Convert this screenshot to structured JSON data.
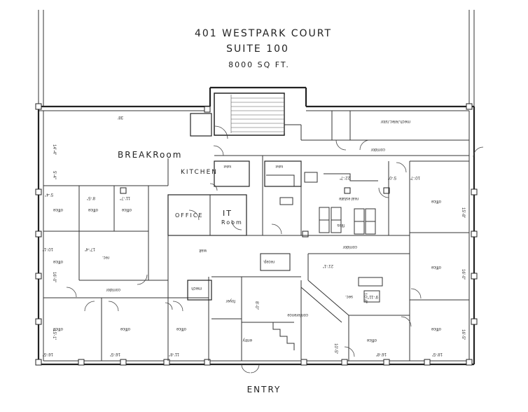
{
  "title": {
    "line1": "401 WESTPARK COURT",
    "line2": "SUITE 100",
    "line3": "8000 SQ FT."
  },
  "entry_label": "ENTRY",
  "rooms": {
    "break_room": "BREAKRoom",
    "kitchen": "KITCHEN",
    "office_small": "OFFICE",
    "it_room": "IT",
    "it_room_2": "Room",
    "office": "office",
    "rec": "rec.",
    "corridor": "corridor",
    "mech_elec_stor": "mech./elec./stor",
    "toilet": "toilet",
    "real_estate": "real estate",
    "files": "files",
    "mech": "mech",
    "foyer": "foyer",
    "recep": "recep.",
    "conference": "conference",
    "sec": "sec.",
    "entry_small": "entry",
    "wait": "wait"
  },
  "dimensions": {
    "d38": "38'",
    "d14_4": "14'-4\"",
    "d5_4": "5'-4\"",
    "d8_5": "8'-5\"",
    "d11_7": "11'-7\"",
    "d10_1": "10'-1\"",
    "d17_4": "17'-4\"",
    "d16_0": "16'-0\"",
    "d15_1": "15'-1\"",
    "d16_5": "16'-5\"",
    "d11_8": "11'-8\"",
    "d22_7": "22'-7\"",
    "d5_0": "5'-0\"",
    "d10_7": "10'-7\"",
    "d15_8": "15'-8\"",
    "d21_1": "21'-1\"",
    "d9_11": "9'-11\"",
    "d8_0": "8'-0\"",
    "d10_8": "10'-8\"",
    "d16_8": "16'-8\"",
    "d18_5": "18'-5\"",
    "d10_5": "10'-5\""
  }
}
